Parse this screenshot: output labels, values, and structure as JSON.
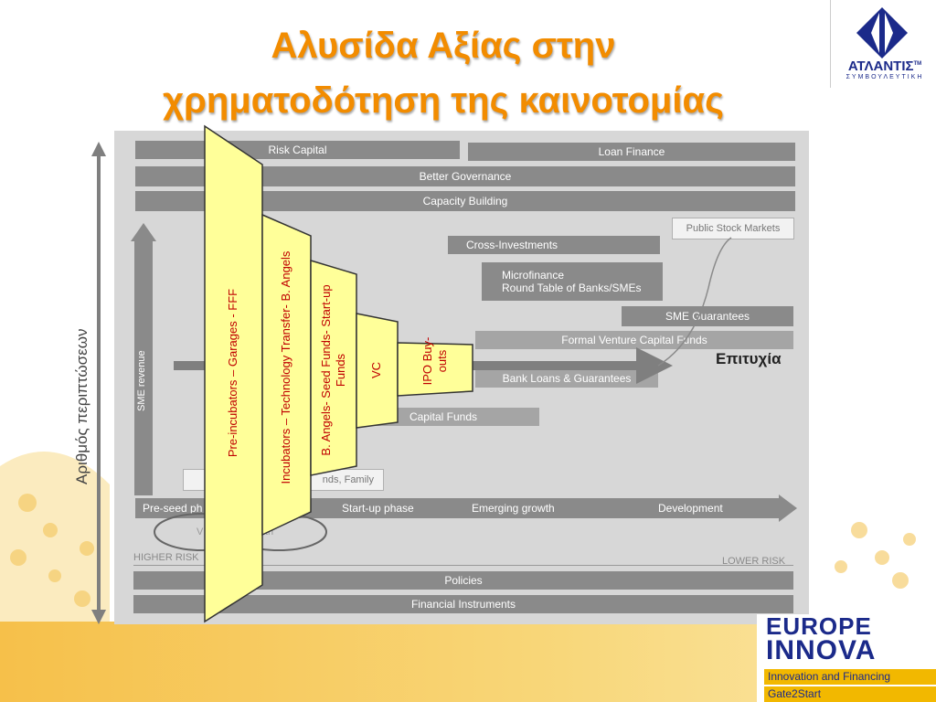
{
  "title_line1": "Αλυσίδα Αξίας στην",
  "title_line2": "χρηματοδότηση της καινοτομίας",
  "logo": {
    "name": "ΑΤΛΑΝΤΙΣ",
    "tm": "TM",
    "sub": "ΣΥΜΒΟΥΛΕΥΤΙΚΗ"
  },
  "y_axis_label": "Αριθμός περιπτώσεων",
  "success_label": "Επιτυχία",
  "background_diagram": {
    "risk_capital": "Risk Capital",
    "loan_finance": "Loan Finance",
    "better_governance": "Better Governance",
    "capacity_building": "Capacity Building",
    "public_stock_markets": "Public Stock Markets",
    "cross_investments": "Cross-Investments",
    "microfinance": "Microfinance",
    "round_table": "Round Table of Banks/SMEs",
    "sme_guarantees": "SME Guarantees",
    "formal_vc_funds": "Formal Venture Capital Funds",
    "bank_loans": "Bank Loans & Guarantees",
    "capital_funds": "Capital Funds",
    "family": "nds, Family",
    "sme_revenue": "SME revenue",
    "pre_seed": "Pre-seed ph",
    "startup_phase": "Start-up phase",
    "emerging_growth": "Emerging growth",
    "development": "Development",
    "higher_risk": "HIGHER RISK",
    "lower_risk": "LOWER RISK",
    "policies": "Policies",
    "financial_instruments": "Financial Instruments",
    "ellipse_w": "V",
    "ellipse_th": "th"
  },
  "funnel": [
    {
      "label": "Pre-incubators – Garages  - FFF"
    },
    {
      "label": "Incubators – Technology Transfer- B. Angels"
    },
    {
      "label": "B. Angels- Seed Funds- Start-up Funds"
    },
    {
      "label": "VC"
    },
    {
      "label": "IPO Buy-outs"
    }
  ],
  "europe_innova": {
    "line1": "EUROPE",
    "line2": "INNOVA",
    "tag1": "Innovation and Financing",
    "tag2": "Gate2Start"
  },
  "colors": {
    "title": "#f28c00",
    "funnel_fill": "#ffff99",
    "funnel_text": "#c00000",
    "panel": "#d7d7d7"
  }
}
